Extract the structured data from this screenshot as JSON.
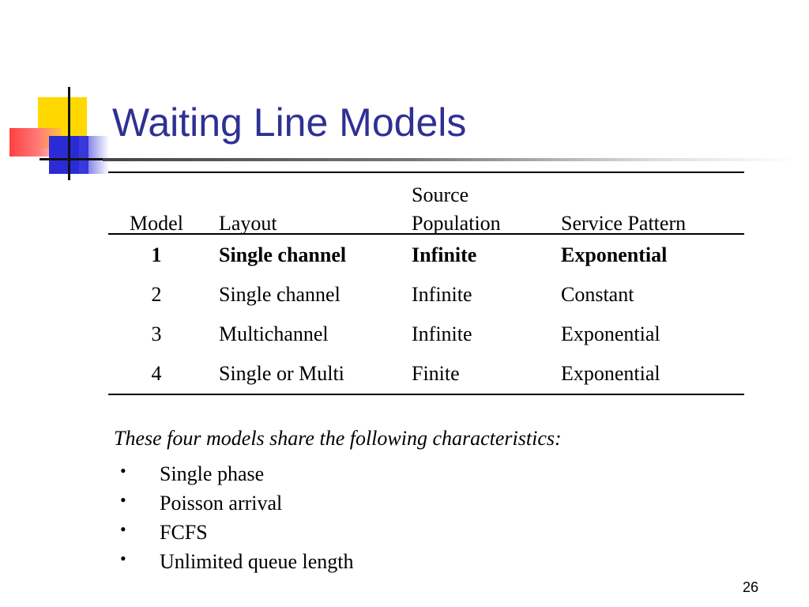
{
  "slide": {
    "title": "Waiting Line Models",
    "page_number": "26"
  },
  "table": {
    "headers": {
      "model": "Model",
      "layout": "Layout",
      "source_line1": "Source",
      "source_line2": "Population",
      "service": "Service Pattern"
    },
    "rows": [
      {
        "model": "1",
        "layout": "Single channel",
        "source": "Infinite",
        "service": "Exponential"
      },
      {
        "model": "2",
        "layout": "Single channel",
        "source": "Infinite",
        "service": "Constant"
      },
      {
        "model": "3",
        "layout": "Multichannel",
        "source": "Infinite",
        "service": "Exponential"
      },
      {
        "model": "4",
        "layout": "Single or Multi",
        "source": "Finite",
        "service": "Exponential"
      }
    ]
  },
  "note": "These four models share the following characteristics:",
  "bullets": [
    "Single phase",
    "Poisson arrival",
    "FCFS",
    "Unlimited queue length"
  ],
  "colors": {
    "title": "#2e3192",
    "logo_yellow": "#ffd800",
    "logo_blue": "#2b2bd6",
    "logo_red": "#ff4040"
  }
}
